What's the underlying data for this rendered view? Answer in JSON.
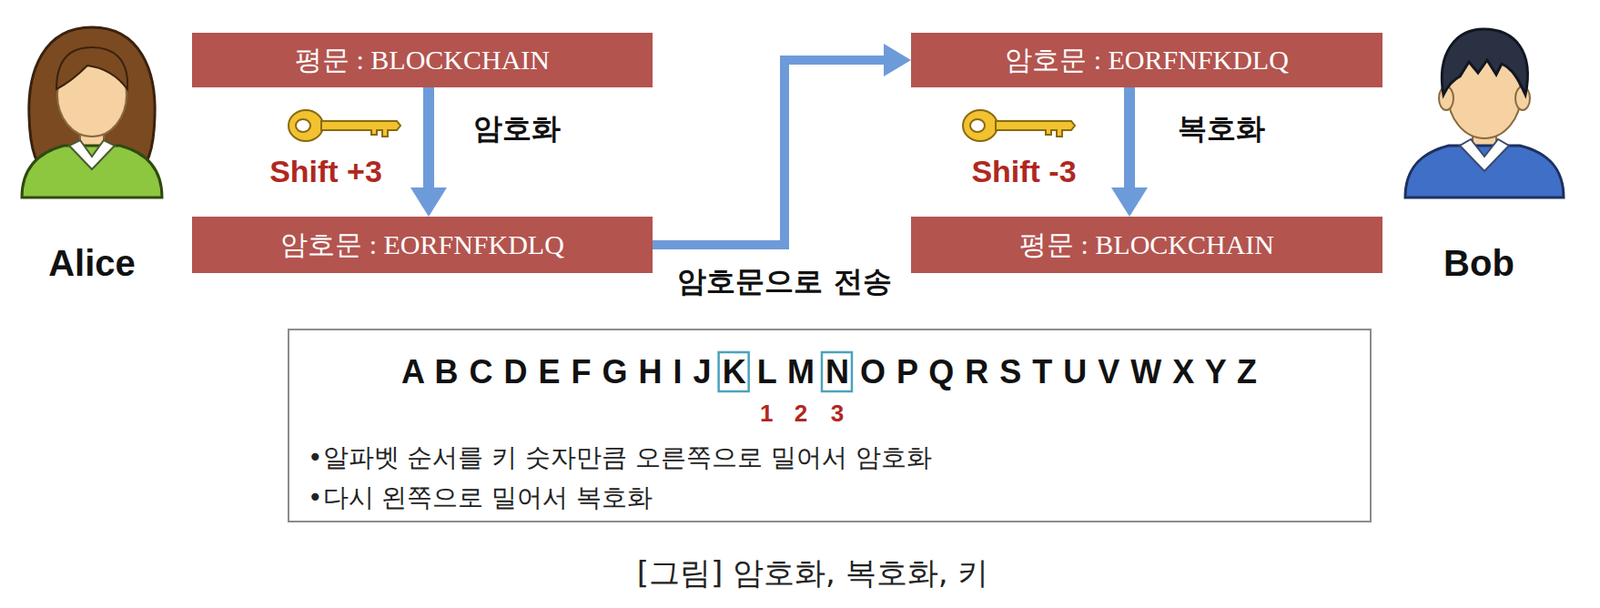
{
  "diagram": {
    "caption": "[그림] 암호화, 복호화, 키",
    "nodes": [
      {
        "text": [
          "평문 : BLOCKCHAIN"
        ]
      },
      {
        "text": [
          "암호문 : EORFNFKDLQ"
        ]
      },
      {
        "text": [
          "암호문 : EORFNFKDLQ"
        ]
      },
      {
        "text": [
          "평문 : BLOCKCHAIN"
        ]
      },
      {
        "text": [
          "A B C D E F G H I J K L M N O P Q R S T U V W X Y Z",
          "1",
          "2",
          "3",
          "•알파벳 순서를 키 숫자만큼 오른쪽으로 밀어서 암호화",
          "•다시 왼쪽으로 밀어서 복호화"
        ]
      }
    ],
    "edges": [
      {
        "from": 0,
        "to": 1,
        "arrow": "to",
        "label": "암호화"
      },
      {
        "from": 1,
        "to": 2,
        "arrow": "to",
        "label": "암호문으로 전송"
      },
      {
        "from": 2,
        "to": 3,
        "arrow": "to",
        "label": "복호화"
      }
    ],
    "labels": [
      "Alice",
      "Shift +3",
      "Shift -3",
      "Bob"
    ]
  }
}
